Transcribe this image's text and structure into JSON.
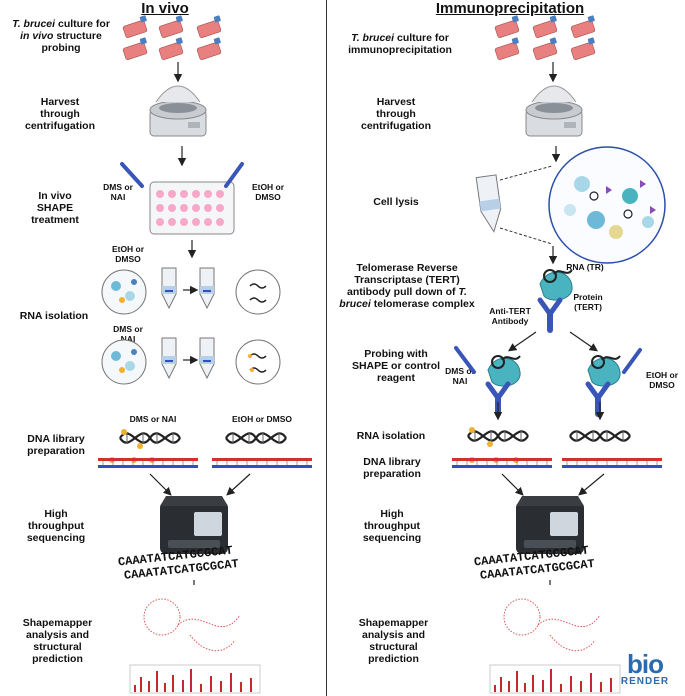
{
  "left": {
    "title": "In vivo",
    "culture_a": "T. brucei",
    "culture_b": " culture for ",
    "culture_c": "in vivo",
    "culture_d": " structure probing",
    "harvest": "Harvest through centrifugation",
    "shape": "In vivo SHAPE treatment",
    "dms_nai": "DMS or NAI",
    "etoh_dmso": "EtOH or DMSO",
    "rna_isolation": "RNA isolation",
    "dna_library": "DNA library preparation",
    "lib_dms": "DMS or NAI",
    "lib_etoh": "EtOH or DMSO",
    "sequencing": "High throughput sequencing",
    "analysis": "Shapemapper analysis and structural prediction"
  },
  "right": {
    "title": "Immunoprecipitation",
    "culture_a": "T. brucei",
    "culture_b": " culture for immunoprecipitation",
    "harvest": "Harvest through centrifugation",
    "lysis": "Cell lysis",
    "pulldown_a": "Telomerase Reverse Transcriptase (TERT) antibody pull down of ",
    "pulldown_b": "T. brucei",
    "pulldown_c": " telomerase complex",
    "rna_tr": "RNA (TR)",
    "protein": "Protein (TERT)",
    "anti_tert": "Anti-TERT Antibody",
    "probing": "Probing with SHAPE or control reagent",
    "dms_nai": "DMS or NAI",
    "etoh_dmso": "EtOH or DMSO",
    "rna_isolation": "RNA isolation",
    "dna_library": "DNA library preparation",
    "sequencing": "High throughput sequencing",
    "analysis": "Shapemapper analysis and structural prediction"
  },
  "seq_text": "CAAATATCATGCGCAT",
  "logo": {
    "top": "bio",
    "bottom": "RENDER"
  },
  "colors": {
    "flask": "#e88080",
    "flask_cap": "#4a7fc0",
    "plate": "#f7a8c8",
    "seq_red": "#d23030",
    "seq_blue": "#3050c0",
    "nucleotide": "#f0b030"
  }
}
